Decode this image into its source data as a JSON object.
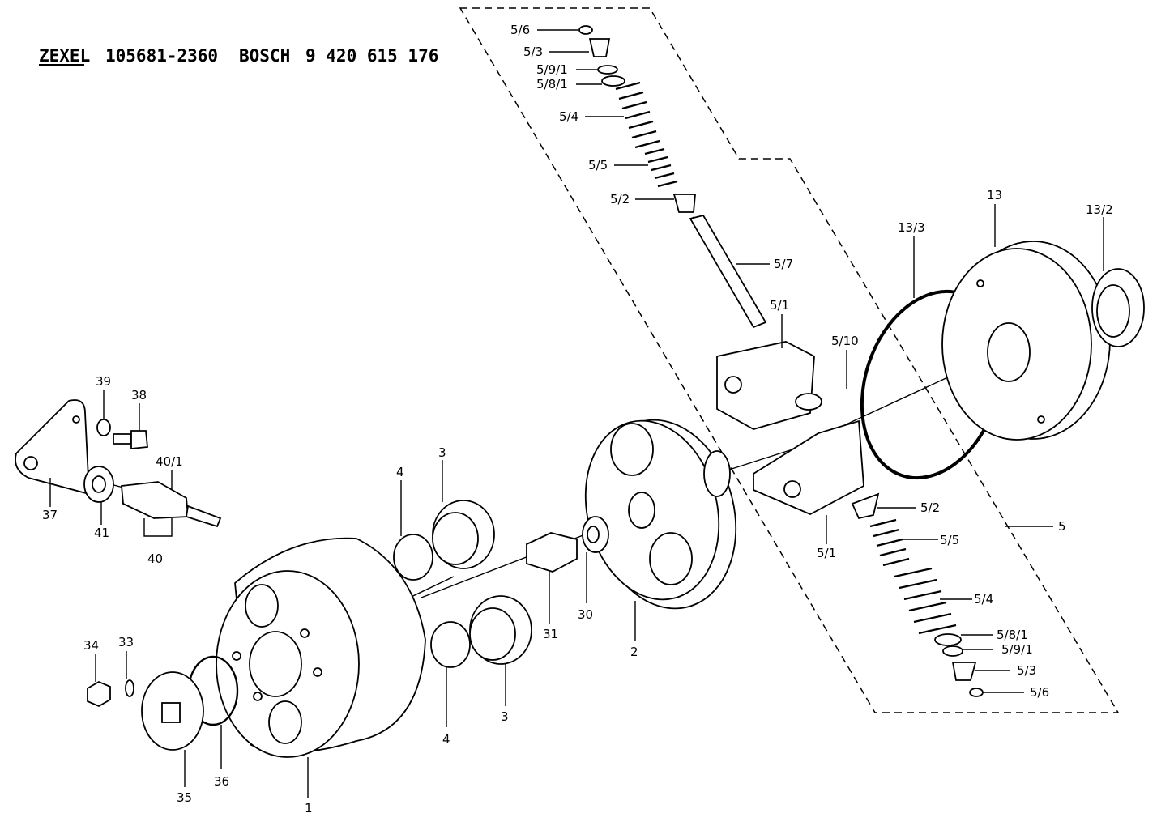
{
  "header": {
    "brand1": "ZEXEL",
    "part1": "105681-2360",
    "brand2": "BOSCH",
    "part2": "9 420 615 176"
  },
  "labels": {
    "l56a": "5/6",
    "l53a": "5/3",
    "l591a": "5/9/1",
    "l581a": "5/8/1",
    "l54a": "5/4",
    "l55a": "5/5",
    "l52a": "5/2",
    "l57": "5/7",
    "l51a": "5/1",
    "l510": "5/10",
    "l133": "13/3",
    "l13": "13",
    "l132": "13/2",
    "l39": "39",
    "l38": "38",
    "l401": "40/1",
    "l37": "37",
    "l41": "41",
    "l40": "40",
    "l4a": "4",
    "l3a": "3",
    "l52b": "5/2",
    "l55b": "5/5",
    "l5": "5",
    "l51b": "5/1",
    "l54b": "5/4",
    "l581b": "5/8/1",
    "l591b": "5/9/1",
    "l53b": "5/3",
    "l56b": "5/6",
    "l30": "30",
    "l31": "31",
    "l2": "2",
    "l34": "34",
    "l33": "33",
    "l3b": "3",
    "l4b": "4",
    "l35": "35",
    "l36": "36",
    "l1": "1"
  }
}
